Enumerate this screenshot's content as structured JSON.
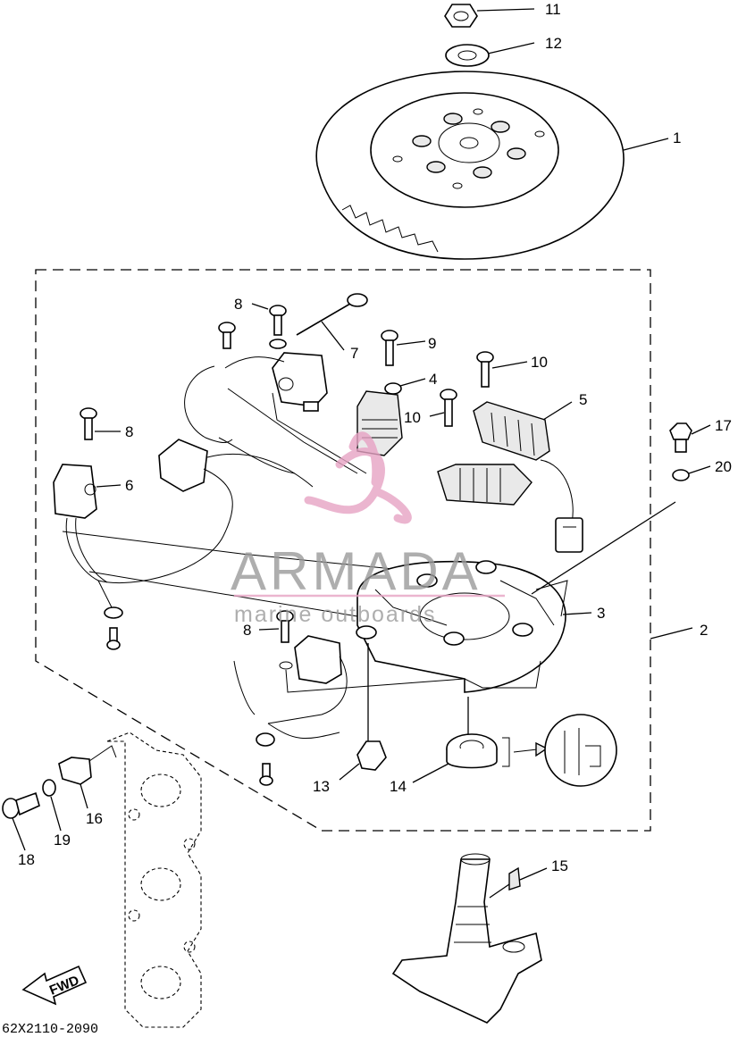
{
  "diagram": {
    "drawing_code": "62X2110-2090",
    "direction_label": "FWD",
    "watermark": {
      "brand": "ARMADA",
      "tagline": "marine outboards",
      "accent_color": "#e7a3c4",
      "text_color": "#9a9a9a"
    },
    "callouts": [
      "1",
      "2",
      "3",
      "4",
      "5",
      "6",
      "7",
      "8",
      "8",
      "8",
      "9",
      "10",
      "10",
      "11",
      "12",
      "13",
      "14",
      "15",
      "16",
      "17",
      "18",
      "19",
      "20"
    ]
  }
}
